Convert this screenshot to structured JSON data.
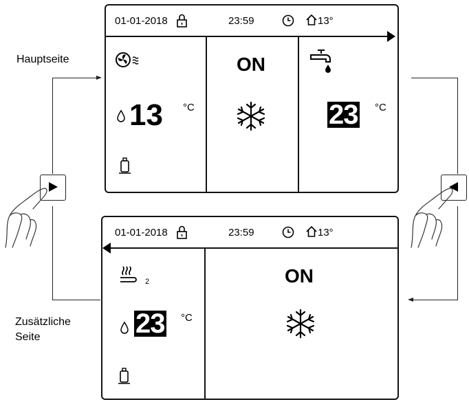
{
  "main_screen": {
    "status": {
      "date": "01-01-2018",
      "time": "23:59",
      "outdoor_temp": "13°"
    },
    "zone1": {
      "icon": "fan-coil-icon",
      "temperature": "13",
      "unit": "°C"
    },
    "mode": {
      "state": "ON",
      "icon": "snowflake-icon"
    },
    "dhw": {
      "icon": "tap-icon",
      "temperature": "23",
      "unit": "°C"
    }
  },
  "extra_screen": {
    "status": {
      "date": "01-01-2018",
      "time": "23:59",
      "outdoor_temp": "13°"
    },
    "zone2": {
      "icon": "floor-heating-icon",
      "subscript": "2",
      "temperature": "23",
      "unit": "°C"
    },
    "mode": {
      "state": "ON",
      "icon": "snowflake-icon"
    }
  },
  "labels": {
    "main_page": "Hauptseite",
    "extra_page_line1": "Zusätzliche",
    "extra_page_line2": "Seite"
  }
}
